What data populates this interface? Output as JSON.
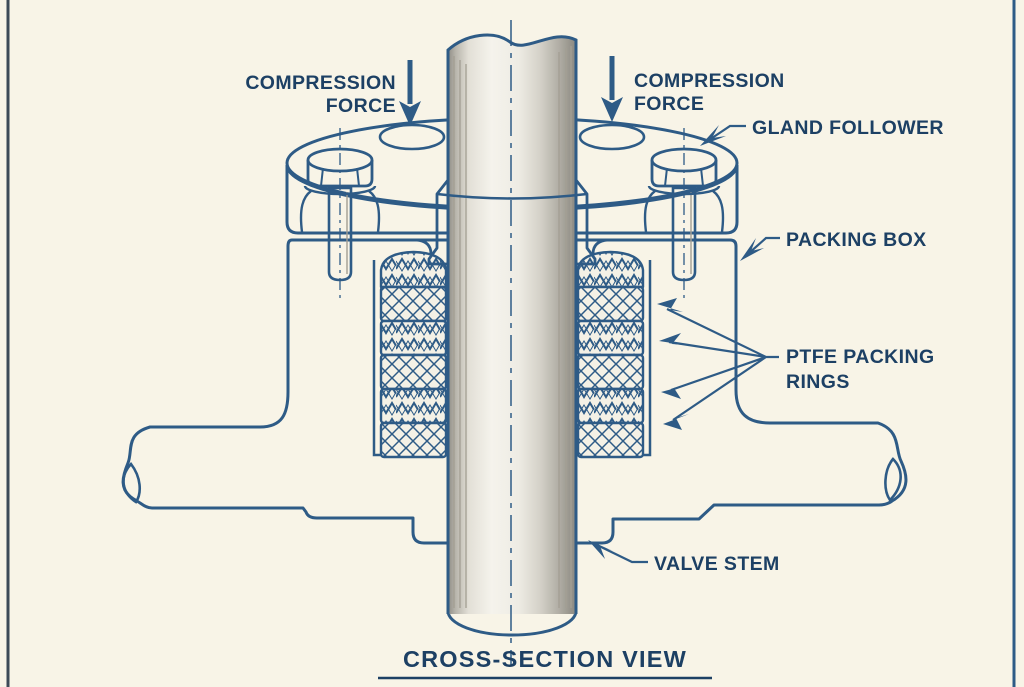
{
  "diagram": {
    "title": "CROSS-SECTION VIEW",
    "labels": {
      "compression_left": {
        "line1": "COMPRESSION",
        "line2": "FORCE"
      },
      "compression_right": {
        "line1": "COMPRESSION",
        "line2": "FORCE"
      },
      "gland_follower": "GLAND FOLLOWER",
      "packing_box": "PACKING BOX",
      "ptfe_packing_rings": {
        "line1": "PTFE PACKING",
        "line2": "RINGS"
      },
      "valve_stem": "VALVE STEM"
    },
    "colors": {
      "background": "#f8f4e7",
      "line": "#2e5b86",
      "text": "#1d4064",
      "body": "#eae5d5",
      "body_dots": "#cfc8b2",
      "topface": "#f0ecdf",
      "cavity": "#e7e1cf",
      "ring_base": "#f4f1e6",
      "stem_dark": "#8f8d85",
      "stem_light": "#f5f3ec",
      "border_left": "#3c4a57"
    }
  }
}
